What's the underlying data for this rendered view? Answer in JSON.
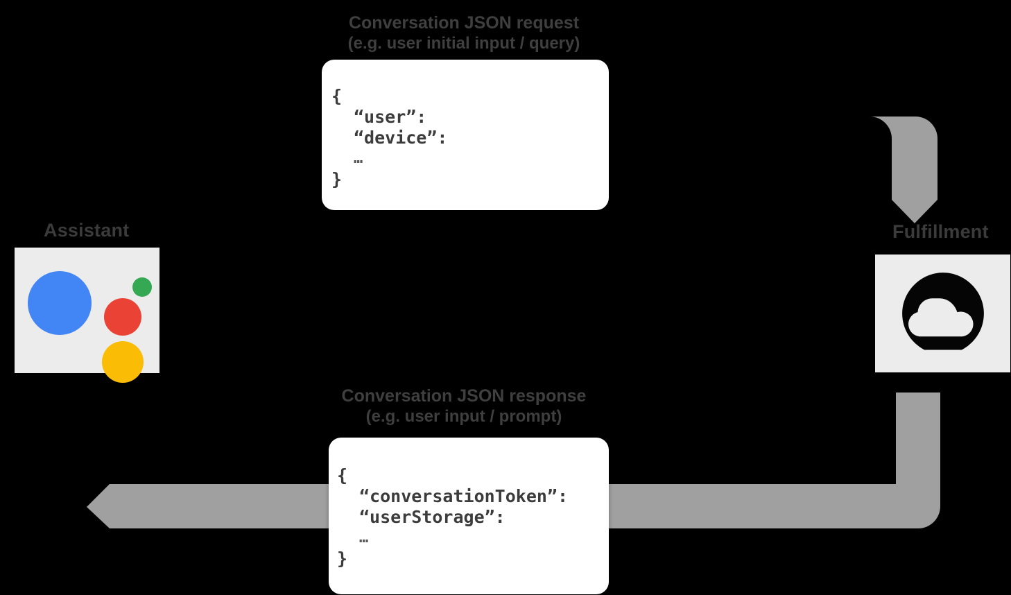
{
  "diagram": {
    "title_flow_request": {
      "title": "Conversation JSON request",
      "subtitle": "(e.g. user initial input / query)"
    },
    "title_flow_response": {
      "title": "Conversation JSON response",
      "subtitle": "(e.g. user input / prompt)"
    },
    "endpoints": {
      "assistant": {
        "label": "Assistant",
        "icon": "google-assistant-logo"
      },
      "fulfillment": {
        "label": "Fulfillment",
        "icon": "cloud-icon"
      }
    },
    "request_json": {
      "open_brace": "{",
      "line1": "“user”:",
      "line2": "“device”:",
      "ellipsis": "…",
      "close_brace": "}"
    },
    "response_json": {
      "open_brace": "{",
      "line1": "“conversationToken”:",
      "line2": "“userStorage”:",
      "ellipsis": "…",
      "close_brace": "}"
    },
    "colors": {
      "background": "#000000",
      "arrow": "#a0a0a0",
      "tile": "#ececec",
      "card": "#ffffff",
      "text": "#3b3b3b",
      "assistant_blue": "#4285F4",
      "assistant_red": "#EA4335",
      "assistant_green": "#34A853",
      "assistant_yellow": "#FBBC05"
    }
  }
}
